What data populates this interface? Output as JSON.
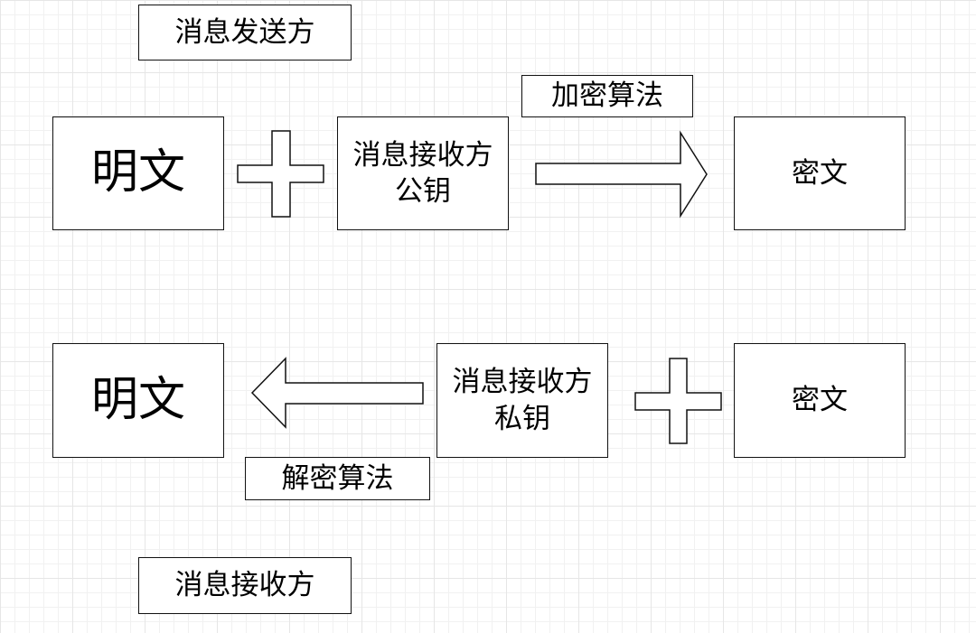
{
  "sender_label": "消息发送方",
  "receiver_label": "消息接收方",
  "encrypt": {
    "plaintext": "明文",
    "key_line1": "消息接收方",
    "key_line2": "公钥",
    "algorithm": "加密算法",
    "ciphertext": "密文"
  },
  "decrypt": {
    "plaintext": "明文",
    "key_line1": "消息接收方",
    "key_line2": "私钥",
    "algorithm": "解密算法",
    "ciphertext": "密文"
  }
}
